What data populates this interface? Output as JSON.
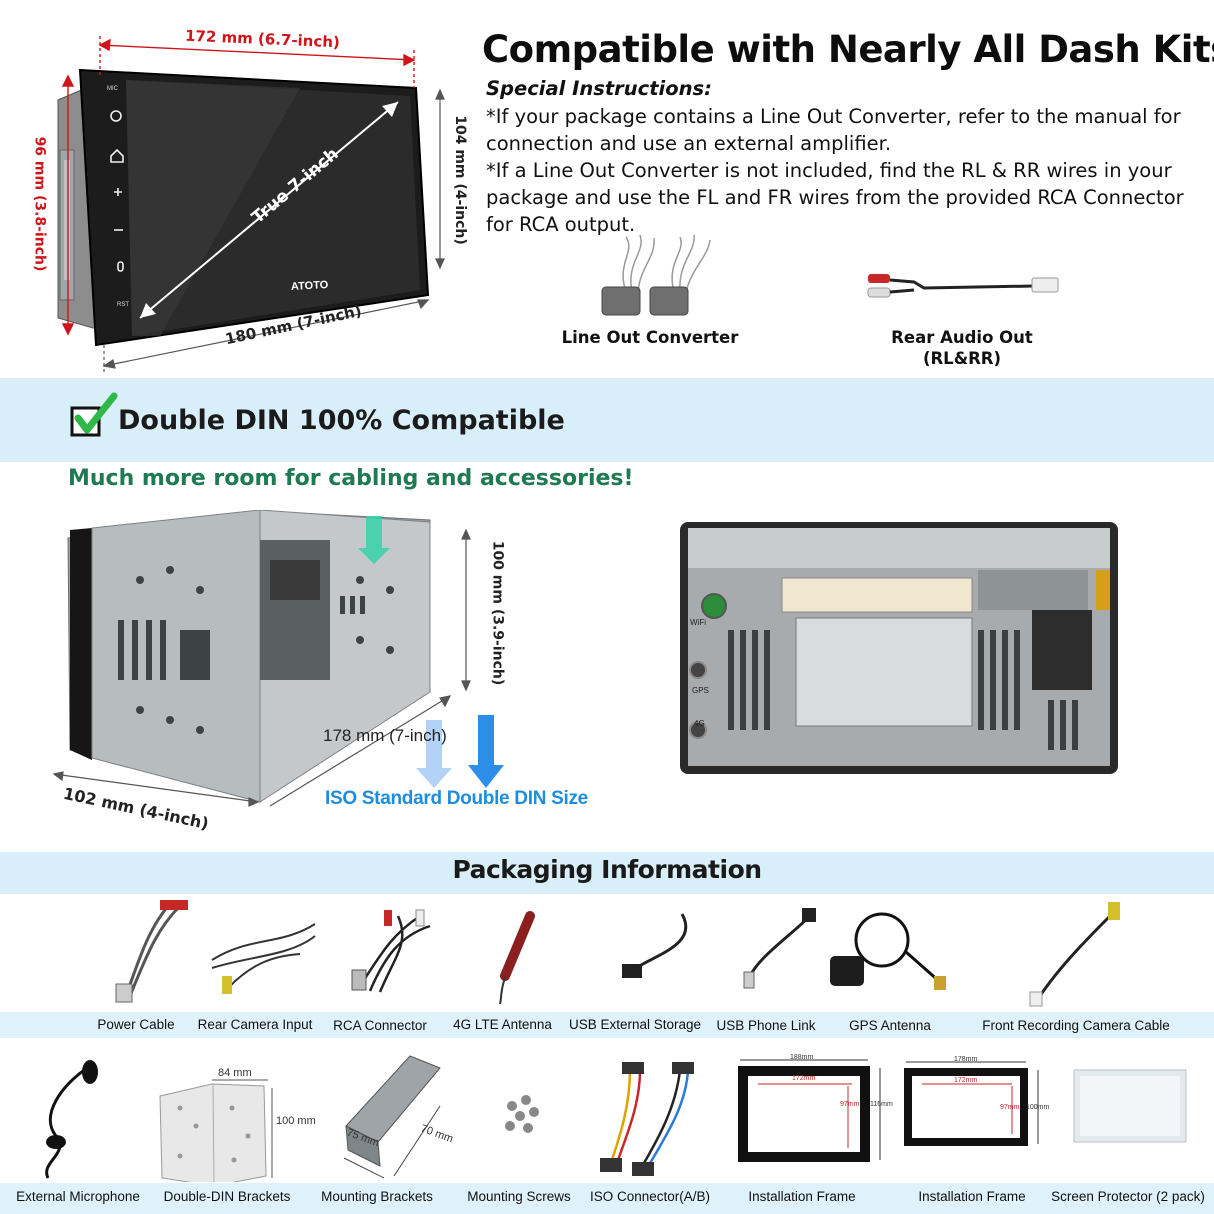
{
  "headline": "Compatible with Nearly All Dash Kits",
  "special_instructions": {
    "title": "Special Instructions:",
    "line1": "*If your package contains a Line Out Converter, refer to the manual for connection and use an external amplifier.",
    "line2": "*If a Line Out Converter is not included, find the RL & RR wires in your package and use the FL and FR wires from the provided RCA Connector for RCA output."
  },
  "accessories": {
    "line_out_converter": "Line Out Converter",
    "rear_audio_out": "Rear Audio Out",
    "rear_audio_out_sub": "(RL&RR)"
  },
  "head_unit": {
    "brand": "ATOTO",
    "diagonal": "True 7-inch",
    "top_width": "172 mm (6.7-inch)",
    "left_height": "96 mm (3.8-inch)",
    "right_height": "104 mm (4-inch)",
    "bottom_width": "180 mm (7-inch)",
    "buttons": [
      "MIC",
      "RST"
    ]
  },
  "double_din": {
    "title": "Double DIN 100% Compatible",
    "room_text": "Much more room for cabling and accessories!",
    "height": "100 mm (3.9-inch)",
    "depth": "178 mm (7-inch)",
    "width": "102 mm (4-inch)",
    "iso_text": "ISO Standard Double DIN Size",
    "rear_ports": [
      "WiFi",
      "GPS",
      "4G"
    ]
  },
  "packaging": {
    "title": "Packaging Information",
    "row1": [
      "Power Cable",
      "Rear Camera Input",
      "RCA Connector",
      "4G LTE Antenna",
      "USB External Storage",
      "USB Phone Link",
      "GPS Antenna",
      "Front Recording Camera Cable"
    ],
    "row2": [
      "External Microphone",
      "Double-DIN Brackets",
      "Mounting Brackets",
      "Mounting Screws",
      "ISO Connector(A/B)",
      "Installation Frame",
      "Installation Frame",
      "Screen Protector (2 pack)"
    ],
    "bracket_dims": {
      "width": "84 mm",
      "height": "100 mm"
    },
    "mounting_dims": {
      "a": "70 mm",
      "b": "75 mm"
    },
    "frame1": {
      "outer_w": "188mm",
      "inner_w": "172mm",
      "inner_h": "97mm",
      "outer_h": "116mm"
    },
    "frame2": {
      "outer_w": "178mm",
      "inner_w": "172mm",
      "inner_h": "97mm",
      "outer_h": "100mm"
    }
  },
  "colors": {
    "band": "#d8eef9",
    "dim_red": "#d0141a",
    "green_text": "#1f7a54",
    "iso_blue": "#1e8de0"
  }
}
